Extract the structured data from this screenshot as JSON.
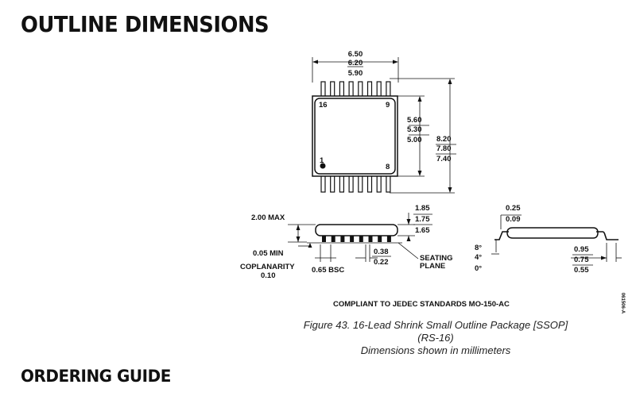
{
  "headings": {
    "outline": "OUTLINE DIMENSIONS",
    "ordering": "ORDERING GUIDE"
  },
  "top_view": {
    "width_dims": [
      "6.50",
      "6.20",
      "5.90"
    ],
    "body_dims": [
      "5.60",
      "5.30",
      "5.00"
    ],
    "length_dims": [
      "8.20",
      "7.80",
      "7.40"
    ],
    "pin_labels": {
      "top_left": "16",
      "top_right": "9",
      "bottom_left": "1",
      "bottom_right": "8"
    },
    "pins_per_side": 8
  },
  "side_view": {
    "max_height": "2.00 MAX",
    "height_dims": [
      "1.85",
      "1.75",
      "1.65"
    ],
    "min_standoff": "0.05 MIN",
    "coplanarity_label": "COPLANARITY",
    "coplanarity_value": "0.10",
    "pitch": "0.65 BSC",
    "lead_width_dims": [
      "0.38",
      "0.22"
    ],
    "seating_plane": [
      "SEATING",
      "PLANE"
    ]
  },
  "end_view": {
    "thickness_dims": [
      "0.25",
      "0.09"
    ],
    "angle_dims": [
      "8°",
      "4°",
      "0°"
    ],
    "foot_dims": [
      "0.95",
      "0.75",
      "0.55"
    ]
  },
  "standard_note": "COMPLIANT TO JEDEC STANDARDS MO-150-AC",
  "side_code": "061506-A",
  "caption": {
    "line1": "Figure 43. 16-Lead Shrink Small Outline Package [SSOP]",
    "line2": "(RS-16)",
    "line3": "Dimensions shown in millimeters"
  }
}
